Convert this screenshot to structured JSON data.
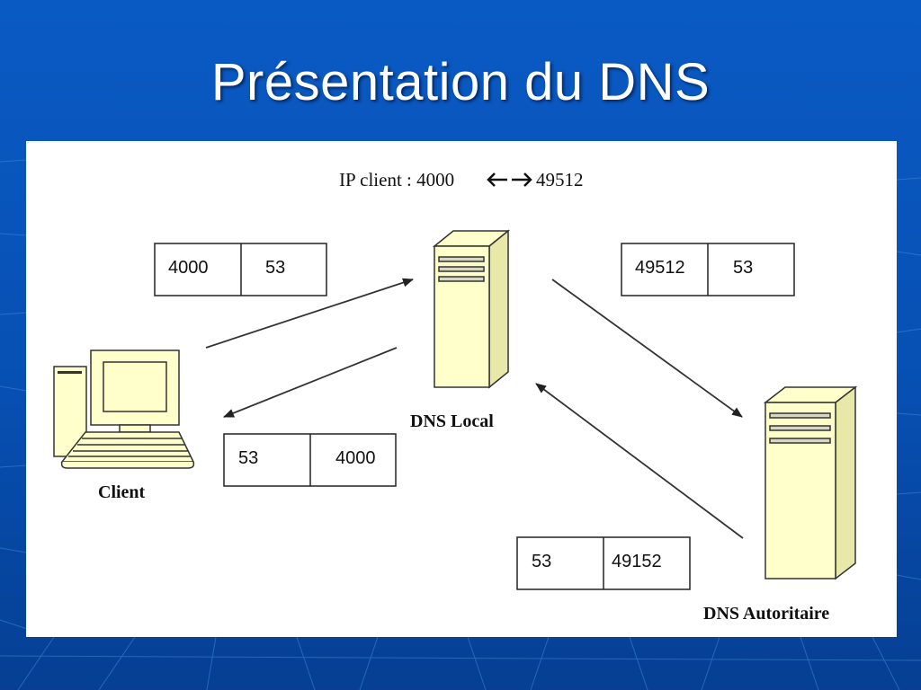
{
  "slide": {
    "title": "Présentation du DNS"
  },
  "diagram": {
    "header_text": "IP client : 4000",
    "header_port": "49512",
    "nodes": {
      "client": "Client",
      "dns_local": "DNS Local",
      "dns_authoritative": "DNS Autoritaire"
    },
    "port_boxes": {
      "client_to_local": [
        "4000",
        "53"
      ],
      "local_to_auth": [
        "49512",
        "53"
      ],
      "local_to_client": [
        "53",
        "4000"
      ],
      "auth_to_local": [
        "53",
        "49152"
      ]
    }
  },
  "colors": {
    "background": "#0750b3",
    "computer_fill": "#ffffcc",
    "line": "#333333"
  }
}
